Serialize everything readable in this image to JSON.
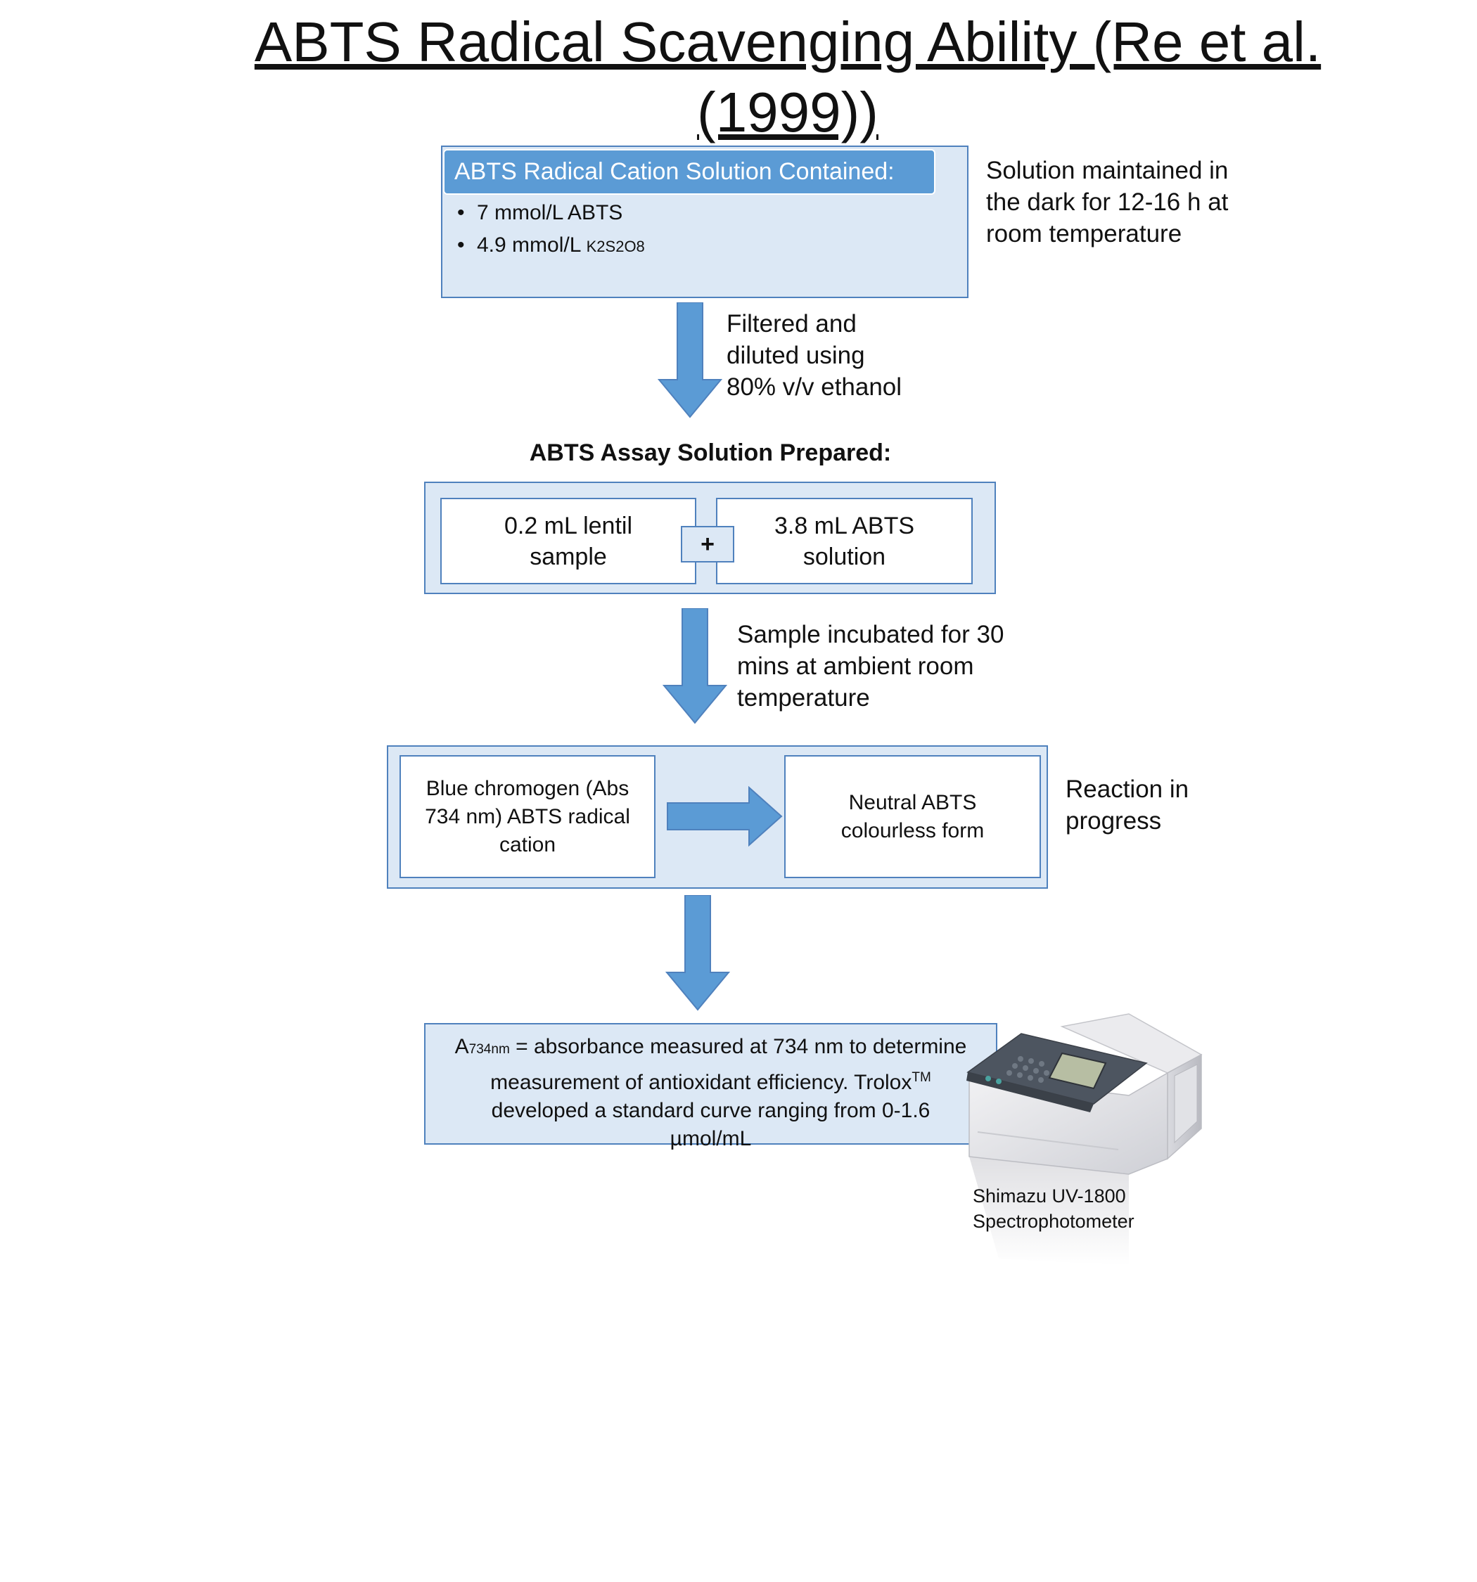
{
  "title": {
    "line1": "ABTS Radical Scavenging Ability (Re et al.",
    "line2": "(1999))"
  },
  "step1": {
    "header": "ABTS Radical Cation Solution Contained:",
    "bullet1": "7 mmol/L ABTS",
    "bullet2_prefix": "4.9 mmol/L ",
    "bullet2_formula": "K2S2O8",
    "side_note": [
      "Solution maintained in",
      "the dark for 12-16 h at",
      "room temperature"
    ]
  },
  "arrow1_label": [
    "Filtered and",
    "diluted using",
    "80% v/v ethanol"
  ],
  "step2": {
    "heading": "ABTS Assay Solution Prepared:",
    "left": [
      "0.2 mL lentil",
      "sample"
    ],
    "plus": "+",
    "right": [
      "3.8 mL ABTS",
      "solution"
    ]
  },
  "arrow2_label": [
    "Sample incubated for 30",
    "mins at ambient room",
    "temperature"
  ],
  "step3": {
    "left": [
      "Blue chromogen (Abs",
      "734 nm) ABTS radical",
      "cation"
    ],
    "right": [
      "Neutral ABTS",
      "colourless form"
    ],
    "side_note": [
      "Reaction in",
      "progress"
    ]
  },
  "step4": {
    "a_main": "A",
    "a_sub": "734nm",
    "line1_rest": " = absorbance measured at 734 nm to determine",
    "line2": "measurement of antioxidant efficiency. Trolox",
    "tm": "TM",
    "line3": "developed a standard curve ranging from 0-1.6",
    "line4": "µmol/mL"
  },
  "instrument_caption": [
    "Shimazu UV-1800",
    "Spectrophotometer"
  ],
  "colors": {
    "accent": "#5b9bd5",
    "panel": "#dce8f5",
    "border": "#4f81bd"
  }
}
